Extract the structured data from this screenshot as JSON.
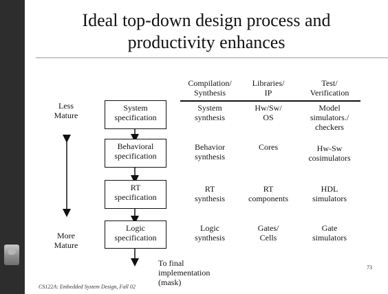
{
  "slide": {
    "title_line1": "Ideal top-down design process and",
    "title_line2": "productivity enhances",
    "maturity": {
      "top": "Less\nMature",
      "bottom": "More\nMature"
    },
    "boxes": [
      "System\nspecification",
      "Behavioral\nspecification",
      "RT\nspecification",
      "Logic\nspecification"
    ],
    "final": "To final\nimplementation\n(mask)",
    "headers": [
      "Compilation/\nSynthesis",
      "Libraries/\nIP",
      "Test/\nVerification"
    ],
    "rows": [
      [
        "System\nsynthesis",
        "Hw/Sw/\nOS",
        "Model\nsimulators./\ncheckers"
      ],
      [
        "Behavior\nsynthesis",
        "Cores",
        "Hw-Sw\ncosimulators"
      ],
      [
        "RT\nsynthesis",
        "RT\ncomponents",
        "HDL\nsimulators"
      ],
      [
        "Logic\nsynthesis",
        "Gates/\nCells",
        "Gate\nsimulators"
      ]
    ],
    "footer": "CS122A: Embedded System Design, Fall 02",
    "page_number": "73"
  }
}
